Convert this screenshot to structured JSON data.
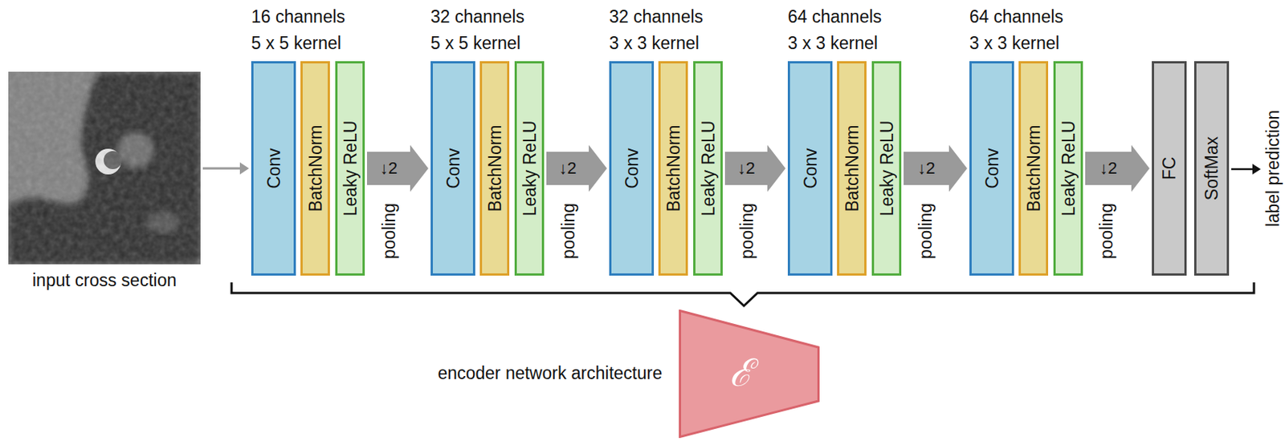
{
  "diagram": {
    "nodes": [
      {
        "text": [
          "input cross section"
        ]
      },
      {
        "text": [
          "Conv"
        ]
      },
      {
        "text": [
          "BatchNorm"
        ]
      },
      {
        "text": [
          "Leaky ReLU"
        ]
      },
      {
        "text": [
          "Conv"
        ]
      },
      {
        "text": [
          "BatchNorm"
        ]
      },
      {
        "text": [
          "Leaky ReLU"
        ]
      },
      {
        "text": [
          "Conv"
        ]
      },
      {
        "text": [
          "BatchNorm"
        ]
      },
      {
        "text": [
          "Leaky ReLU"
        ]
      },
      {
        "text": [
          "Conv"
        ]
      },
      {
        "text": [
          "BatchNorm"
        ]
      },
      {
        "text": [
          "Leaky ReLU"
        ]
      },
      {
        "text": [
          "Conv"
        ]
      },
      {
        "text": [
          "BatchNorm"
        ]
      },
      {
        "text": [
          "Leaky ReLU"
        ]
      },
      {
        "text": [
          "FC"
        ]
      },
      {
        "text": [
          "SoftMax"
        ]
      },
      {
        "text": [
          "ℰ"
        ]
      }
    ],
    "edges": [
      {
        "from": 0,
        "to": 1,
        "arrow": "to"
      },
      {
        "from": 3,
        "to": 4,
        "arrow": "to",
        "label": "↓2"
      },
      {
        "from": 6,
        "to": 7,
        "arrow": "to",
        "label": "↓2"
      },
      {
        "from": 9,
        "to": 10,
        "arrow": "to",
        "label": "↓2"
      },
      {
        "from": 12,
        "to": 13,
        "arrow": "to",
        "label": "↓2"
      },
      {
        "from": 15,
        "to": 16,
        "arrow": "to",
        "label": "↓2"
      }
    ],
    "labels": [
      "16 channels",
      "5 x 5 kernel",
      "32 channels",
      "5 x 5 kernel",
      "32 channels",
      "3 x 3 kernel",
      "64 channels",
      "3 x 3 kernel",
      "64 channels",
      "3 x 3 kernel",
      "pooling",
      "pooling",
      "pooling",
      "pooling",
      "pooling",
      "label prediction",
      "encoder network architecture"
    ]
  }
}
